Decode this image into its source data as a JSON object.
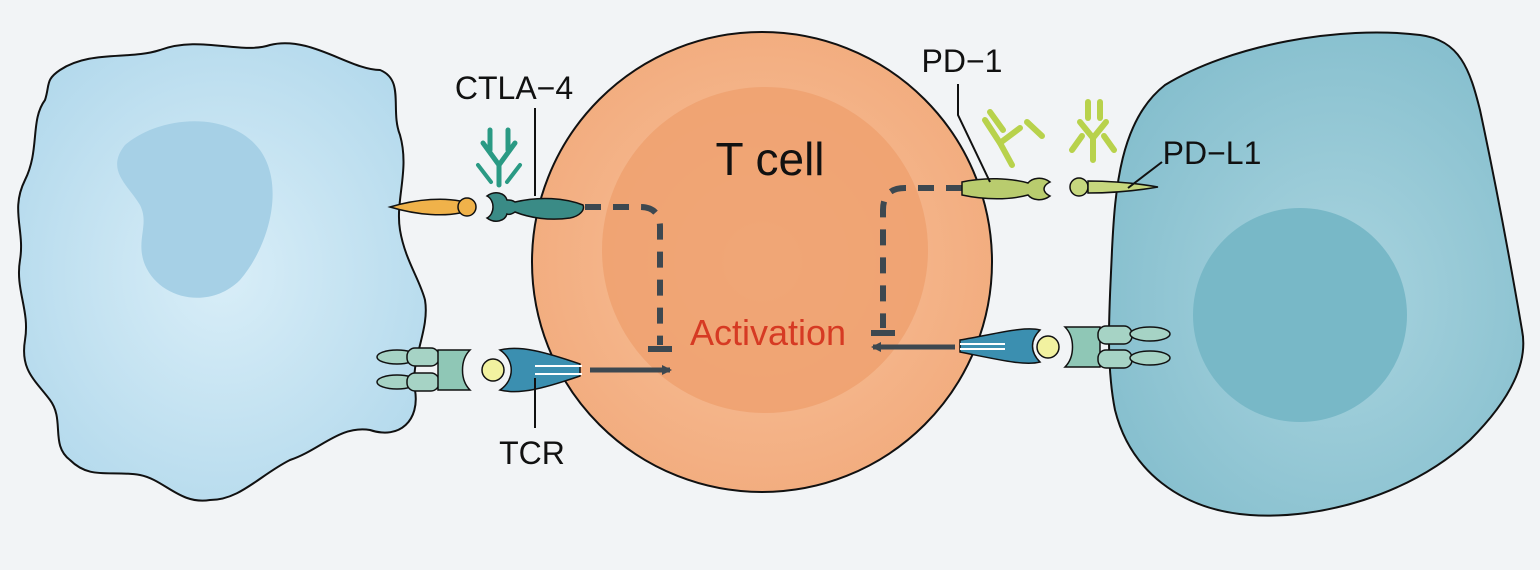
{
  "labels": {
    "t_cell": "T cell",
    "activation": "Activation",
    "ctla4": "CTLA−4",
    "pd1": "PD−1",
    "pdl1": "PD−L1",
    "tcr": "TCR"
  },
  "colors": {
    "background": "#f2f4f6",
    "apc_cell": "#b9dcee",
    "apc_nucleus": "#a9d1e7",
    "t_cell_outer": "#f3b084",
    "t_cell_inner": "#eda271",
    "tumor_cell": "#8ec3d2",
    "tumor_nucleus": "#73b4c5",
    "activation_text": "#d63a23",
    "ctla4_receptor": "#3a8b86",
    "anti_ctla4_antibody": "#2a9a84",
    "pd1_receptor": "#b9cc6e",
    "anti_pd1_antibody": "#b8d24c",
    "b7_ligand": "#f0b24a",
    "tcr_receptor": "#3b8fb0",
    "mhc": "#a6d3c5",
    "peptide": "#f2f2a0",
    "signal_arrow": "#3d4850"
  }
}
